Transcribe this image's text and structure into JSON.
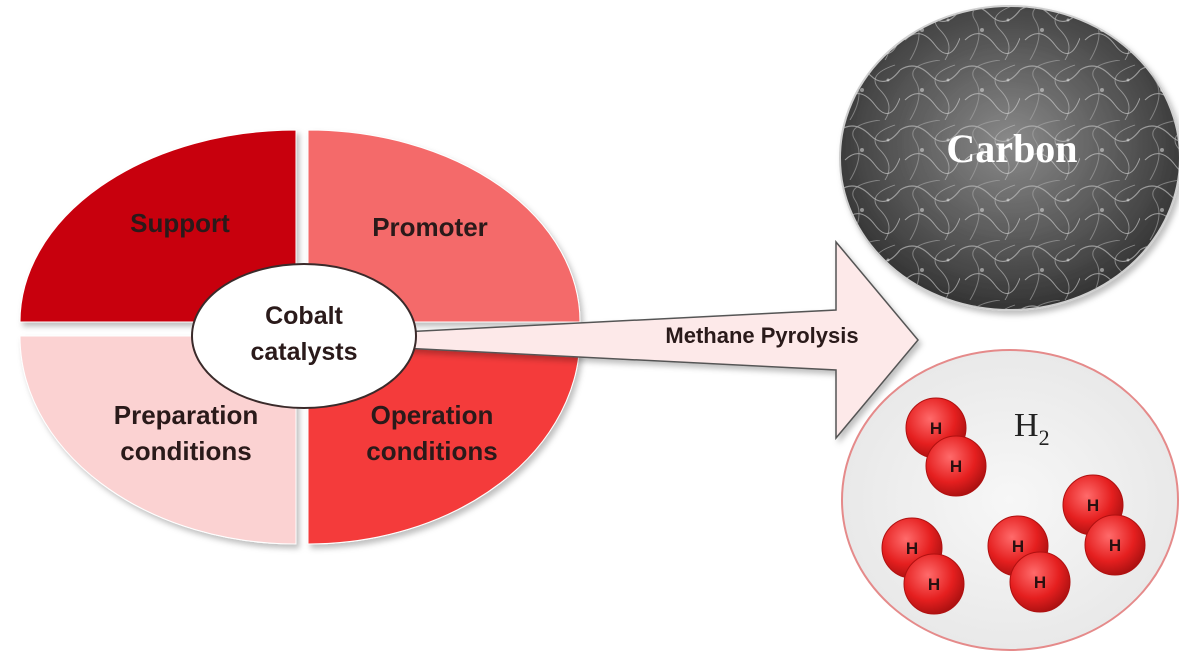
{
  "quadrants": {
    "support": "Support",
    "promoter": "Promoter",
    "preparation": [
      "Preparation",
      "conditions"
    ],
    "operation": [
      "Operation",
      "conditions"
    ]
  },
  "center": [
    "Cobalt",
    "catalysts"
  ],
  "arrow_label": "Methane Pyrolysis",
  "carbon_label": "Carbon",
  "h2_label": {
    "base": "H",
    "subscript": "2"
  },
  "atom_label": "H",
  "colors": {
    "support": "#c8000a",
    "promoter": "#f46a6a",
    "preparation": "#fbd2d2",
    "operation": "#f43a3a",
    "atom": "#e51f1f",
    "arrow": "#fde9e9"
  }
}
